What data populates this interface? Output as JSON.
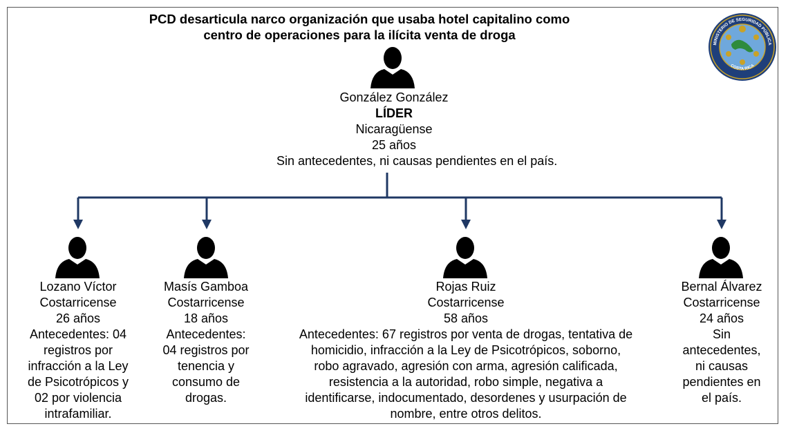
{
  "title_line1": "PCD desarticula narco organización que usaba hotel capitalino como",
  "title_line2": "centro de operaciones para la ilícita venta de droga",
  "seal": {
    "top_text": "MINISTERIO DE SEGURIDAD PÚBLICA",
    "bottom_text": "COSTA RICA",
    "colors": {
      "navy": "#1f3f7a",
      "gold": "#c9a227",
      "green": "#2e8b3d",
      "sky": "#6fa8dc"
    }
  },
  "line_color": "#1f3864",
  "leader": {
    "name": "González González",
    "role": "LÍDER",
    "nationality": "Nicaragüense",
    "age": "25 años",
    "record": "Sin antecedentes, ni causas pendientes en el país."
  },
  "members": [
    {
      "name": "Lozano Víctor",
      "nationality": "Costarricense",
      "age": "26 años",
      "record_lines": [
        "Antecedentes: 04",
        "registros por",
        "infracción a la Ley",
        "de Psicotrópicos y",
        "02 por violencia",
        "intrafamiliar."
      ]
    },
    {
      "name": "Masís Gamboa",
      "nationality": "Costarricense",
      "age": "18 años",
      "record_lines": [
        "Antecedentes:",
        "04 registros por",
        "tenencia y",
        "consumo de",
        "drogas."
      ]
    },
    {
      "name": "Rojas Ruiz",
      "nationality": "Costarricense",
      "age": "58 años",
      "record_lines": [
        "Antecedentes: 67 registros por venta de drogas, tentativa de",
        "homicidio, infracción a la Ley de Psicotrópicos, soborno,",
        "robo agravado, agresión con arma, agresión calificada,",
        "resistencia a la autoridad, robo simple, negativa a",
        "identificarse, indocumentado, desordenes y usurpación de",
        "nombre, entre otros delitos."
      ]
    },
    {
      "name": "Bernal Álvarez",
      "nationality": "Costarricense",
      "age": "24 años",
      "record_lines": [
        "Sin",
        "antecedentes,",
        "ni causas",
        "pendientes en",
        "el país."
      ]
    }
  ]
}
